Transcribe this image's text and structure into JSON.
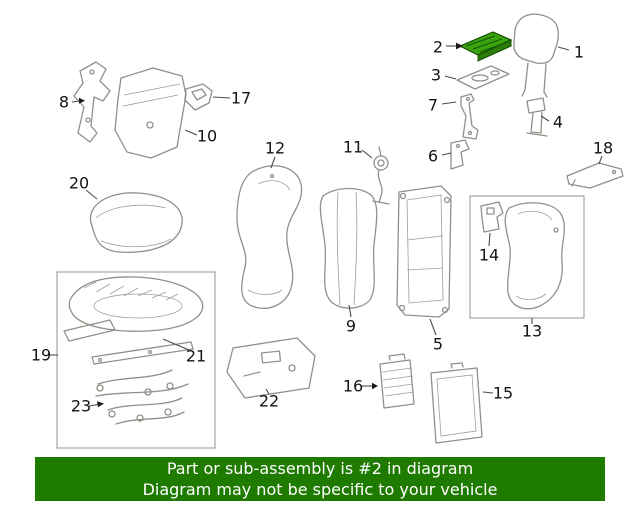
{
  "diagram": {
    "background": "#ffffff",
    "sketch_line_color": "#8d9289",
    "highlight_color": "#39a30e",
    "highlight_edge_color": "#124d00",
    "highlighted_part": "2",
    "labels": [
      "1",
      "2",
      "3",
      "4",
      "5",
      "6",
      "7",
      "8",
      "9",
      "10",
      "11",
      "12",
      "13",
      "14",
      "15",
      "16",
      "17",
      "18",
      "19",
      "20",
      "21",
      "22",
      "23"
    ]
  },
  "banner": {
    "line1": "Part or sub-assembly is #2 in diagram",
    "line2": "Diagram may not be specific to your vehicle",
    "background": "#1e7b00",
    "text_color": "#ffffff"
  }
}
